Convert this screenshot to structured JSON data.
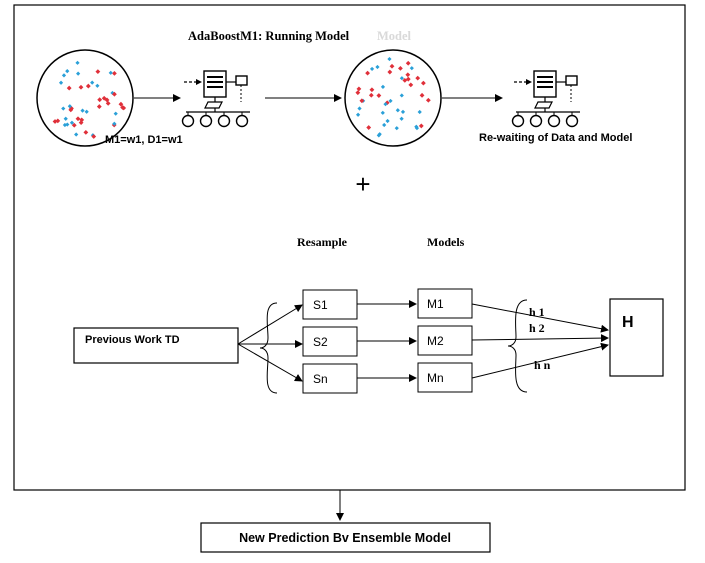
{
  "title": {
    "main": "AdaBoostM1: Running Model",
    "ghost": "Model"
  },
  "top_labels": {
    "left": "M1=w1, D1=w1",
    "right": "Re-waiting of Data and Model"
  },
  "plus": "+",
  "column_headers": {
    "resample": "Resample",
    "models": "Models"
  },
  "input_box": "Previous Work TD",
  "samples": [
    "S1",
    "S2",
    "Sn"
  ],
  "models": [
    "M1",
    "M2",
    "Mn"
  ],
  "hypotheses": [
    "h 1",
    "h 2",
    "h n"
  ],
  "output_box": "H",
  "final_box": "New Prediction Bv Ensemble Model",
  "colors": {
    "red_points": "#e0303a",
    "blue_points": "#2aa0d8",
    "stroke": "#000000",
    "ghost_text": "#d9d9d9"
  }
}
